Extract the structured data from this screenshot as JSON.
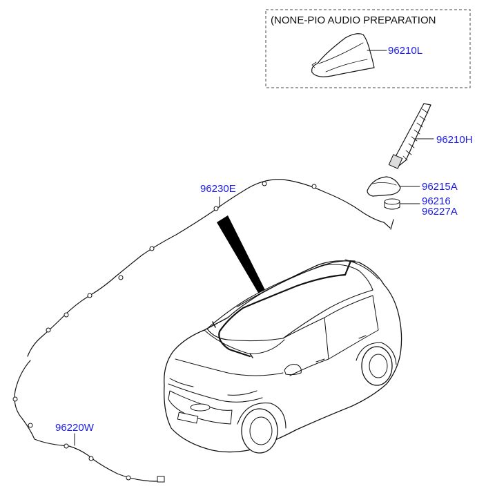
{
  "note": {
    "text": "(NONE-PIO AUDIO PREPARATION"
  },
  "parts": {
    "shark_fin_antenna": "96210L",
    "pole_antenna": "96210H",
    "antenna_base": "96215A",
    "nut": "96216",
    "gasket": "96227A",
    "roof_feeder_cable": "96230E",
    "main_feeder_cable": "96220W"
  },
  "colors": {
    "label": "#1a1ae6",
    "line": "#111111"
  }
}
